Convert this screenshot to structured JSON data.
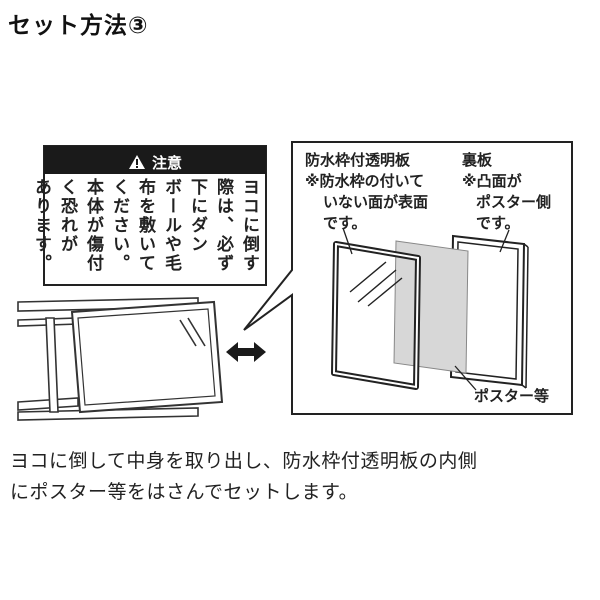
{
  "title": "セット方法③",
  "caution": {
    "header": "注意",
    "lines": [
      "ヨコに倒す",
      "際は、必ず",
      "下にダン",
      "ボールや毛",
      "布を敷いて",
      "ください。",
      "本体が傷付",
      "く恐れが",
      "あります。"
    ]
  },
  "labels": {
    "front_panel": "防水枠付透明板",
    "front_note_1": "※防水枠の付いて",
    "front_note_2": "いない面が表面",
    "front_note_3": "です。",
    "back_panel": "裏板",
    "back_note_1": "※凸面が",
    "back_note_2": "ポスター側",
    "back_note_3": "です。",
    "poster": "ポスター等"
  },
  "caption": {
    "line1": "ヨコに倒して中身を取り出し、防水枠付透明板の内側",
    "line2": "にポスター等をはさんでセットします。"
  },
  "icons": [
    "warning-icon",
    "double-arrow-icon"
  ]
}
